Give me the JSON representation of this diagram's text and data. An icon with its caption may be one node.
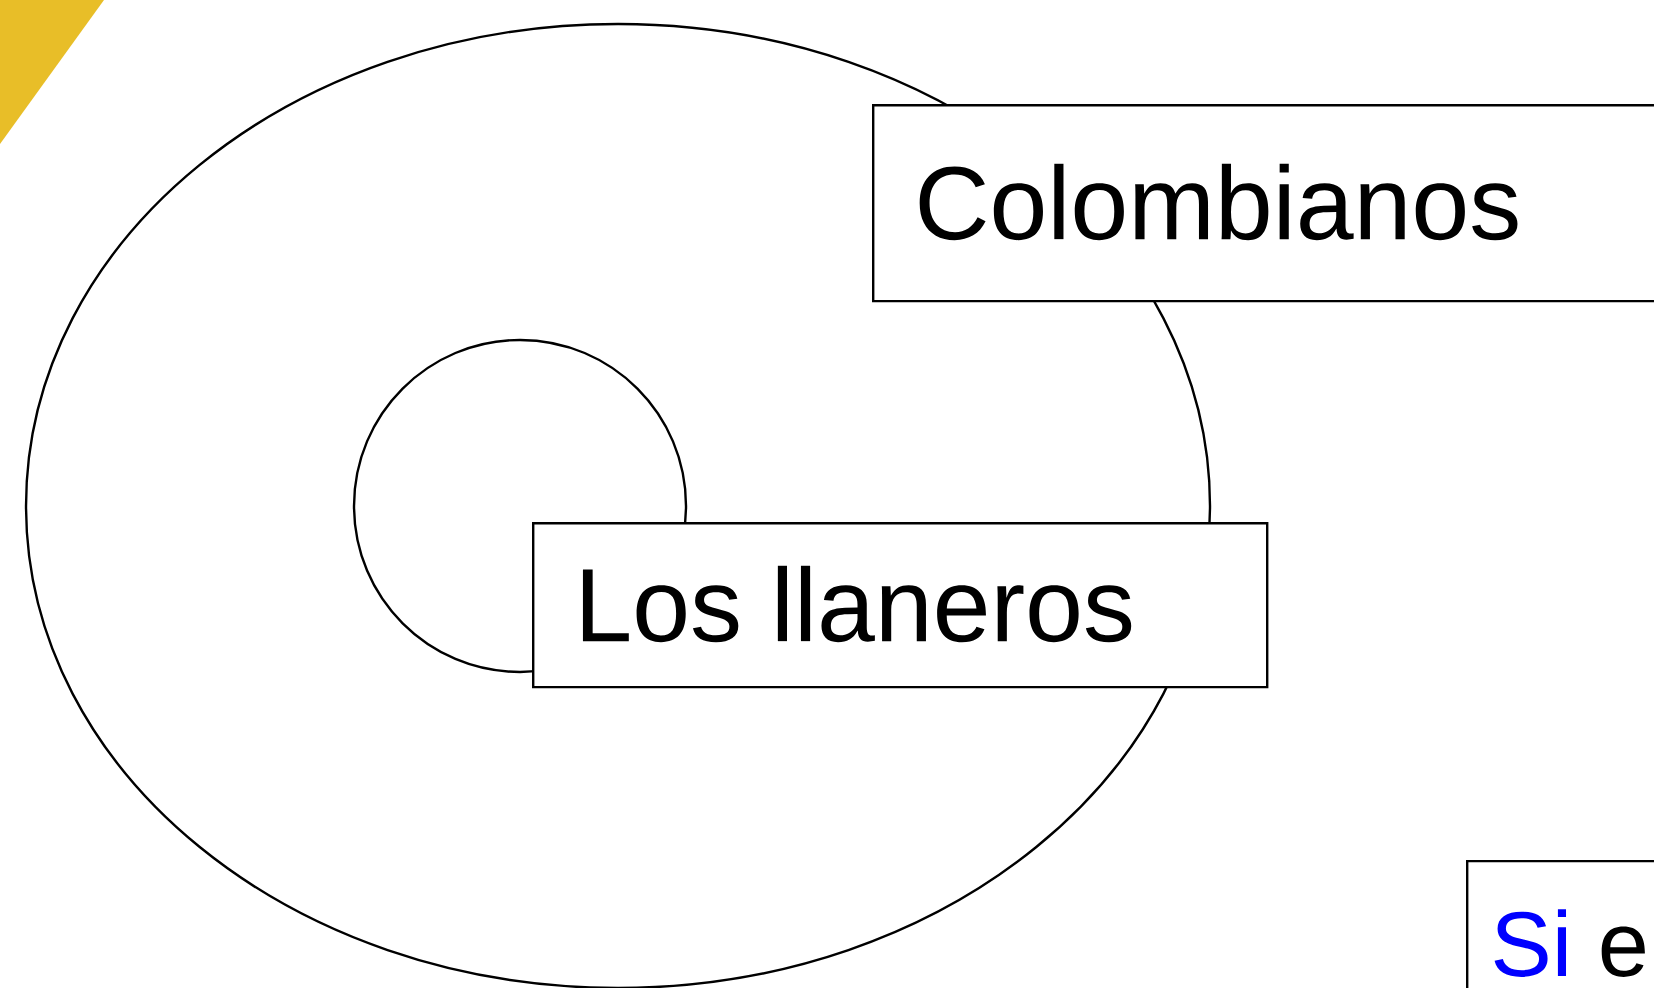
{
  "diagram": {
    "nodes": [
      {
        "text": [],
        "shape": "ellipse"
      },
      {
        "text": [],
        "shape": "circle",
        "in": 0
      },
      {
        "text": [
          "Colombianos"
        ]
      },
      {
        "text": [
          "Los llaneros"
        ]
      },
      {
        "text": [
          "Si",
          "e"
        ]
      }
    ],
    "edges": []
  }
}
